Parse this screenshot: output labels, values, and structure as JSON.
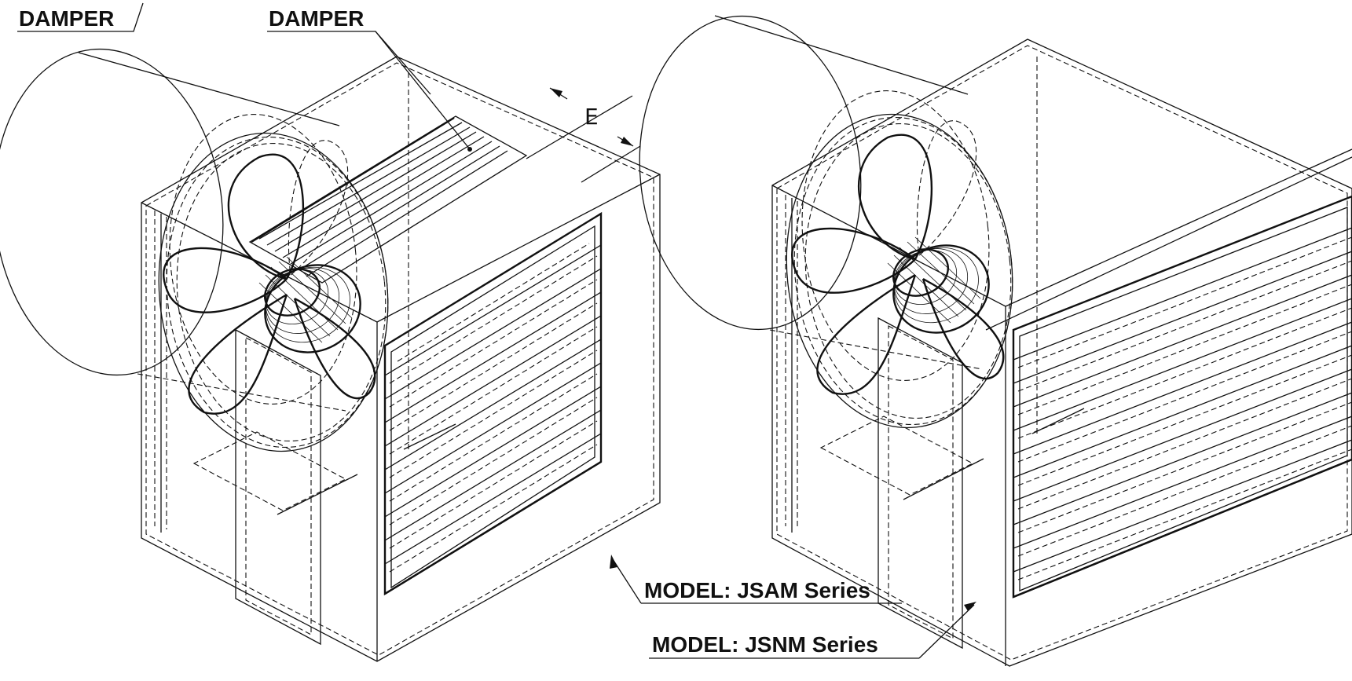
{
  "labels": {
    "damper_left": "DAMPER",
    "damper_center": "DAMPER",
    "dimension_e": "E",
    "model_jsam": "MODEL: JSAM Series",
    "model_jsnm": "MODEL: JSNM Series"
  }
}
